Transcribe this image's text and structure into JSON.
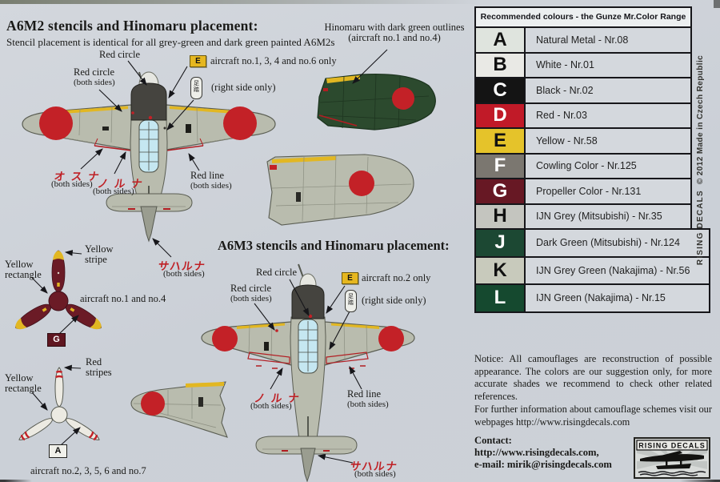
{
  "colors": {
    "paper": "#ccd1d7",
    "red": "#c32127",
    "yellow": "#e2b722",
    "grey_green": "#b9bcae",
    "dark_green": "#2c4a2e",
    "maroon": "#6b1b26"
  },
  "a6m2": {
    "title": "A6M2 stencils and Hinomaru placement:",
    "subtitle": "Stencil placement is identical for all grey-green and dark green painted A6M2s",
    "red_circle": "Red circle",
    "both_sides": "(both sides)",
    "e_badge": "E",
    "e_note": "aircraft no.1, 3, 4 and no.6 only",
    "stencil_chars": "足踏",
    "right_side_only": "(right side only)",
    "kat_osuna": "オ ス ナ",
    "kat_noruna": "ノ ル ナ",
    "red_line": "Red line",
    "kat_saharuna": "サハルナ"
  },
  "hinomaru_note": {
    "line1": "Hinomaru with dark green outlines",
    "line2": "(aircraft no.1 and no.4)"
  },
  "a6m3": {
    "title": "A6M3 stencils and Hinomaru placement:",
    "red_circle": "Red circle",
    "both_sides": "(both sides)",
    "e_badge": "E",
    "e_note": "aircraft no.2 only",
    "stencil_chars": "足踏",
    "right_side_only": "(right side only)",
    "kat_noruna": "ノ ル ナ",
    "red_line": "Red line",
    "kat_saharuna": "サハルナ"
  },
  "prop_g": {
    "stripe": "Yellow stripe",
    "rectangle": "Yellow rectangle",
    "note": "aircraft no.1 and no.4",
    "badge": "G"
  },
  "prop_a": {
    "stripes": "Red stripes",
    "rectangle": "Yellow rectangle",
    "note": "aircraft no.2, 3, 5, 6 and no.7",
    "badge": "A"
  },
  "color_table": {
    "header": "Recommended colours - the Gunze Mr.Color Range",
    "rows": [
      {
        "letter": "A",
        "label": "Natural Metal - Nr.08",
        "swatch": "#dfe4de",
        "text": "#111111",
        "wide": false
      },
      {
        "letter": "B",
        "label": "White - Nr.01",
        "swatch": "#e9e9e5",
        "text": "#111111",
        "wide": false
      },
      {
        "letter": "C",
        "label": "Black - Nr.02",
        "swatch": "#141414",
        "text": "#ffffff",
        "wide": false
      },
      {
        "letter": "D",
        "label": "Red - Nr.03",
        "swatch": "#c11a28",
        "text": "#ffffff",
        "wide": false
      },
      {
        "letter": "E",
        "label": "Yellow - Nr.58",
        "swatch": "#e5c32a",
        "text": "#111111",
        "wide": false
      },
      {
        "letter": "F",
        "label": "Cowling Color - Nr.125",
        "swatch": "#7b7770",
        "text": "#ffffff",
        "wide": false
      },
      {
        "letter": "G",
        "label": "Propeller Color - Nr.131",
        "swatch": "#671824",
        "text": "#ffffff",
        "wide": false
      },
      {
        "letter": "H",
        "label": "IJN Grey (Mitsubishi) - Nr.35",
        "swatch": "#c4c5bf",
        "text": "#111111",
        "wide": false
      },
      {
        "letter": "J",
        "label": "Dark Green (Mitsubishi) - Nr.124",
        "swatch": "#1c4833",
        "text": "#ffffff",
        "wide": true
      },
      {
        "letter": "K",
        "label": "IJN Grey Green (Nakajima) - Nr.56",
        "swatch": "#c8cabc",
        "text": "#111111",
        "wide": true
      },
      {
        "letter": "L",
        "label": "IJN Green (Nakajima) - Nr.15",
        "swatch": "#15492f",
        "text": "#ffffff",
        "wide": true
      }
    ]
  },
  "side": {
    "brand": "RISING DECALS",
    "rest": "© 2012 Made in Czech Republic"
  },
  "notice": "Notice: All camouflages are reconstruction of possible appearance. The colors are our suggestion only, for more accurate shades we recommend to check other related references.",
  "further": "For further information about camouflage schemes visit our webpages http://www.risingdecals.com",
  "contact": {
    "heading": "Contact:",
    "web": "http://www.risingdecals.com,",
    "email": "e-mail: mirik@risingdecals.com"
  },
  "logo": {
    "text": "RISING DECALS"
  }
}
